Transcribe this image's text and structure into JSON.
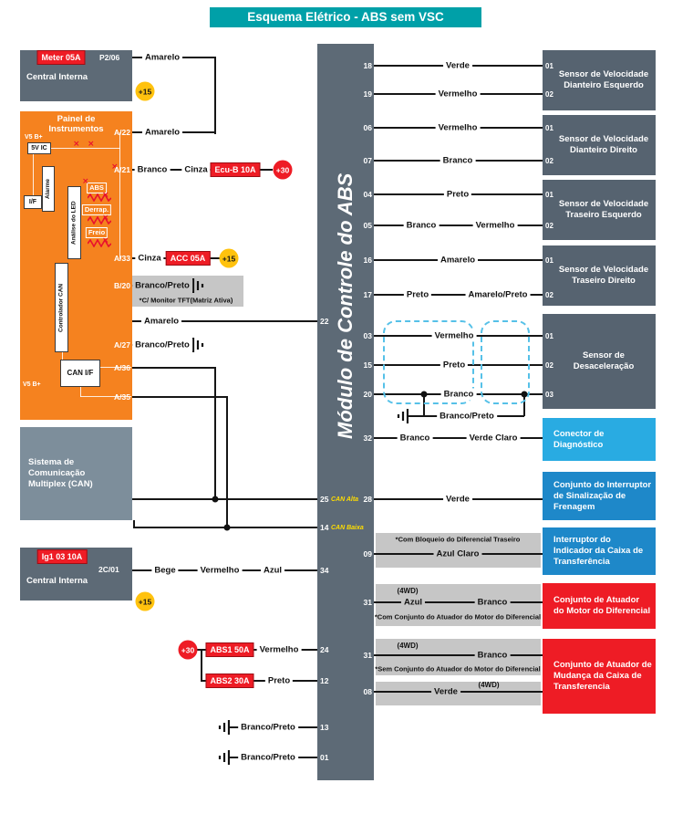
{
  "title": "Esquema Elétrico - ABS sem VSC",
  "colors": {
    "title_bg": "#00a0a8",
    "module_bg": "#5d6a76",
    "sensor_box_bg": "#566370",
    "panel_bg": "#f5821f",
    "can_box_bg": "#7d8e9b",
    "diagnostic_bg": "#29abe2",
    "switch_bg": "#1e88c9",
    "actuator_bg": "#ee1c25",
    "fuse_label_bg": "#ee1c25",
    "power_15_bg": "#ffc20e",
    "power_30_bg": "#ee1c25",
    "note_band_bg": "#c6c6c6",
    "shield_dash": "#56c1e8",
    "can_tag_color": "#ffdd00"
  },
  "module": {
    "label": "Módulo de Controle do ABS",
    "can_alta": "CAN Alta",
    "can_baixa": "CAN Baixa",
    "left_pins": {
      "p22": "22",
      "p25": "25",
      "p14": "14",
      "p34": "34",
      "p24": "24",
      "p12": "12",
      "p13": "13",
      "p01": "01"
    },
    "right_pins": {
      "p18": "18",
      "p19": "19",
      "p06": "06",
      "p07": "07",
      "p04": "04",
      "p05": "05",
      "p16": "16",
      "p17": "17",
      "p03": "03",
      "p15": "15",
      "p20": "20",
      "p32": "32",
      "p28": "28",
      "p09": "09",
      "p31a": "31",
      "p31b": "31",
      "p08": "08"
    }
  },
  "meter_unit": {
    "fuse": "Meter 05A",
    "pin": "P2/06",
    "name": "Central Interna",
    "power": "+15",
    "wire_top": "Amarelo"
  },
  "panel": {
    "title": "Painel de Instrumentos",
    "v5b_top": "V5 B+",
    "v5b_bottom": "V5 B+",
    "box_5v": "5V IC",
    "box_alarme": "Alarme",
    "box_if": "I/F",
    "lamp_abs": "ABS",
    "lamp_derrap": "Derrap.",
    "lamp_freio": "Freio",
    "box_analise": "Análise do LED",
    "box_controlador": "Controlador CAN",
    "box_canif": "CAN I/F",
    "pin_a22": "A/22",
    "pin_a21": "A/21",
    "pin_a33": "A/33",
    "pin_b20": "B/20",
    "pin_a27": "A/27",
    "pin_a36": "A/36",
    "pin_a35": "A/35"
  },
  "rows_left": {
    "a22_wire": "Amarelo",
    "a21": {
      "w1": "Branco",
      "w2": "Cinza",
      "fuse": "Ecu-B 10A",
      "power": "+30"
    },
    "a33": {
      "w1": "Cinza",
      "fuse": "ACC 05A",
      "power": "+15"
    },
    "b20": {
      "w1": "Branco/Preto",
      "note": "*C/ Monitor TFT(Matriz Ativa)"
    },
    "w22": "Amarelo",
    "a27": {
      "w1": "Branco/Preto"
    }
  },
  "can_box": {
    "name": "Sistema de Comunicação Multiplex (CAN)"
  },
  "ig1_unit": {
    "fuse": "Ig1 03 10A",
    "pin": "2C/01",
    "name": "Central Interna",
    "power": "+15",
    "w1": "Bege",
    "w2": "Vermelho",
    "w3": "Azul"
  },
  "battery_feed": {
    "power": "+30",
    "fuse1": "ABS1 50A",
    "wire1": "Vermelho",
    "fuse2": "ABS2 30A",
    "wire2": "Preto"
  },
  "grounds": {
    "g13": "Branco/Preto",
    "g01": "Branco/Preto",
    "shield": "Branco/Preto"
  },
  "right": {
    "boxes": {
      "fl": {
        "name": "Sensor de Velocidade Dianteiro Esquerdo",
        "pin1": "01",
        "pin2": "02"
      },
      "fr": {
        "name": "Sensor de Velocidade Dianteiro Direito",
        "pin1": "01",
        "pin2": "02"
      },
      "rl": {
        "name": "Sensor de Velocidade Traseiro Esquerdo",
        "pin1": "01",
        "pin2": "02"
      },
      "rr": {
        "name": "Sensor de Velocidade Traseiro Direito",
        "pin1": "01",
        "pin2": "02"
      },
      "decel": {
        "name": "Sensor de Desaceleração",
        "pin1": "01",
        "pin2": "02",
        "pin3": "03"
      },
      "diag": {
        "name": "Conector de Diagnóstico"
      },
      "brake": {
        "name": "Conjunto do Interruptor de Sinalização de Frenagem"
      },
      "transfer_ind": {
        "name": "Interruptor do Indicador da Caixa de Transferência"
      },
      "diff_motor": {
        "name": "Conjunto de Atuador do Motor do Diferencial"
      },
      "transfer_shift": {
        "name": "Conjunto de Atuador de Mudança da Caixa de Transferencia"
      }
    },
    "wires": {
      "w18": "Verde",
      "w19": "Vermelho",
      "w06": "Vermelho",
      "w07": "Branco",
      "w04": "Preto",
      "w05a": "Branco",
      "w05b": "Vermelho",
      "w16": "Amarelo",
      "w17a": "Preto",
      "w17b": "Amarelo/Preto",
      "w03": "Vermelho",
      "w15": "Preto",
      "w20": "Branco",
      "w32a": "Branco",
      "w32b": "Verde Claro",
      "w28": "Verde",
      "w09": "Azul Claro",
      "w31a1": "Azul",
      "w31a2": "Branco",
      "w31b": "Branco",
      "w08": "Verde"
    },
    "notes": {
      "n09": "*Com Bloqueio do Diferencial Traseiro",
      "n31a": "*Com Conjunto do Atuador do Motor do Diferencial",
      "n31b": "*Sem Conjunto do Atuador do Motor do Diferencial",
      "tag_4wd_a": "(4WD)",
      "tag_4wd_b": "(4WD)",
      "tag_4wd_c": "(4WD)"
    }
  }
}
